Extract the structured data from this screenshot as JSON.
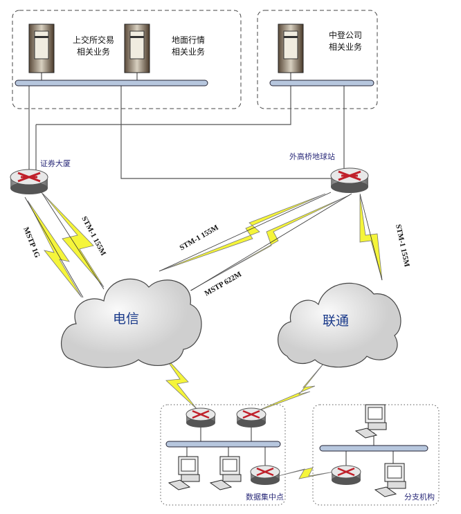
{
  "nodes": {
    "sse": {
      "line1": "上交所交易",
      "line2": "相关业务"
    },
    "ground": {
      "line1": "地面行情",
      "line2": "相关业务"
    },
    "csdc": {
      "line1": "中登公司",
      "line2": "相关业务"
    },
    "router_left": "证券大厦",
    "router_right": "外高桥地球站",
    "data_center": "数据集中点",
    "branch": "分支机构"
  },
  "clouds": {
    "telecom": "电信",
    "unicom": "联通"
  },
  "links": {
    "left_mstp": "MSTP  1G",
    "left_stm": "STM-1  155M",
    "right_stm_telecom": "STM-1 155M",
    "right_mstp_telecom": "MSTP  622M",
    "right_stm_unicom": "STM-1 155M"
  },
  "colors": {
    "lightning": "#f5f53a",
    "bus": "#b7c7de",
    "router_arrows": "#c0202a",
    "cloud": "#e3e3e3"
  }
}
